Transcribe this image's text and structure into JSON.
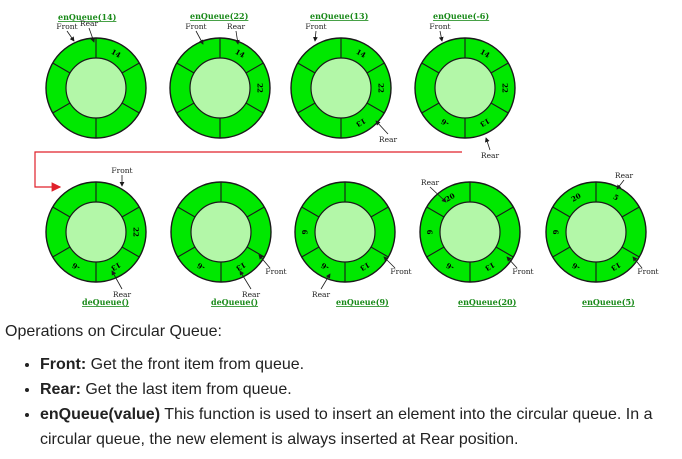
{
  "diagram": {
    "queues": [
      {
        "op": "enQueue(14)",
        "cells": [
          "14",
          "",
          "",
          "",
          "",
          ""
        ],
        "front": "Front",
        "rear": "Rear"
      },
      {
        "op": "enQueue(22)",
        "cells": [
          "14",
          "22",
          "",
          "",
          "",
          ""
        ],
        "front": "Front",
        "rear": "Rear"
      },
      {
        "op": "enQueue(13)",
        "cells": [
          "14",
          "22",
          "13",
          "",
          "",
          ""
        ],
        "front": "Front",
        "rear": "Rear"
      },
      {
        "op": "enQueue(-6)",
        "cells": [
          "14",
          "22",
          "13",
          "-6",
          "",
          ""
        ],
        "front": "Front",
        "rear": "Rear"
      },
      {
        "op": "deQueue()",
        "cells": [
          "",
          "22",
          "13",
          "-6",
          "",
          ""
        ],
        "front": "Front",
        "rear": "Rear"
      },
      {
        "op": "deQueue()",
        "cells": [
          "",
          "",
          "13",
          "-6",
          "",
          ""
        ],
        "front": "Front",
        "rear": "Rear"
      },
      {
        "op": "enQueue(9)",
        "cells": [
          "",
          "",
          "13",
          "-6",
          "9",
          ""
        ],
        "front": "Front",
        "rear": "Rear"
      },
      {
        "op": "enQueue(20)",
        "cells": [
          "",
          "",
          "13",
          "-6",
          "9",
          "20"
        ],
        "front": "Front",
        "rear": "Rear"
      },
      {
        "op": "enQueue(5)",
        "cells": [
          "5",
          "",
          "13",
          "-6",
          "9",
          "20"
        ],
        "front": "Front",
        "rear": "Rear"
      }
    ],
    "colors": {
      "ring": "#00e800",
      "inner": "#b3f7a8",
      "stroke": "#1a1a1a",
      "arrow": "#e0202a",
      "label": "#1a8a1a"
    }
  },
  "caption": "Operations on Circular Queue:",
  "operations": [
    {
      "term": "Front:",
      "desc": " Get the front item from queue."
    },
    {
      "term": "Rear:",
      "desc": " Get the last item from queue."
    },
    {
      "term": "enQueue(value)",
      "desc": " This function is used to insert an element into the circular queue. In a circular queue, the new element is always inserted at Rear position."
    }
  ]
}
